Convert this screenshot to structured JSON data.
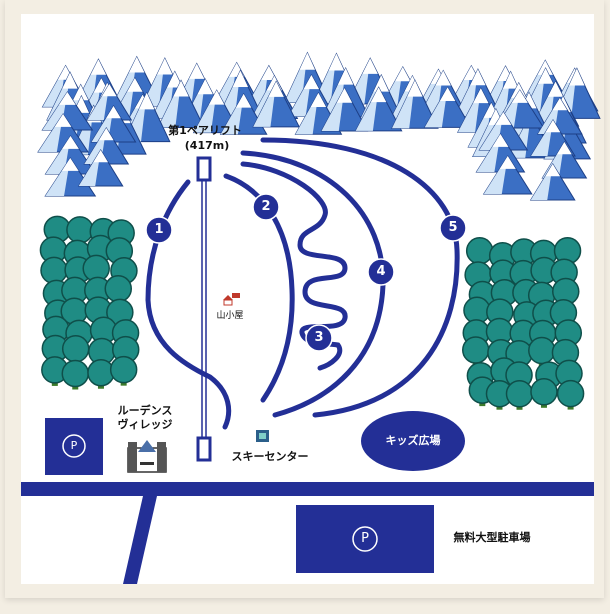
{
  "lift": {
    "name": "第1ペアリフト",
    "length": "(417m)"
  },
  "courses": [
    "1",
    "2",
    "3",
    "4",
    "5"
  ],
  "places": {
    "hut": "山小屋",
    "ski_center": "スキーセンター",
    "village_line1": "ルーデンス",
    "village_line2": "ヴィレッジ",
    "kids_area": "キッズ広場",
    "parking_symbol": "P",
    "large_parking": "無料大型駐車場"
  },
  "colors": {
    "route": "#232f96",
    "frame": "#f3eee3",
    "tree": "#1f8c84",
    "mountain": "#3b6fc4"
  }
}
